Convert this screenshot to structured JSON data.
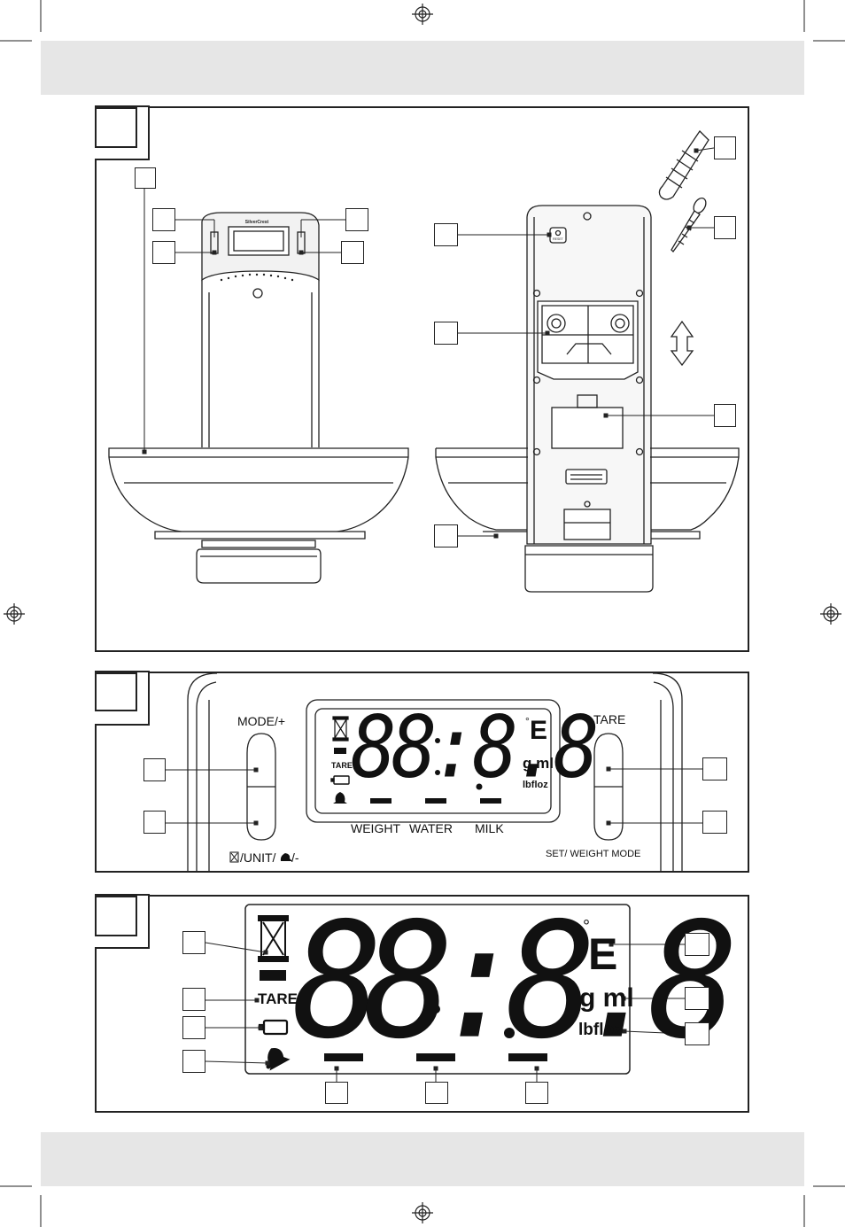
{
  "panel2": {
    "mode_label": "MODE/+",
    "unit_label": "/UNIT/",
    "unit_suffix": "/-",
    "tare_label": "TARE",
    "set_label": "SET/ WEIGHT MODE",
    "weight": "WEIGHT",
    "water": "WATER",
    "milk": "MILK",
    "lcd_digits": "88:8.8",
    "unit_e": "E",
    "unit_gml": "g ml",
    "unit_lbfloz": "lbfloz",
    "tare_small": "TARE"
  },
  "panel3": {
    "tare": "TARE",
    "unit_e": "E",
    "unit_gml": "g ml",
    "unit_lbfloz": "lbfloz"
  },
  "panel1": {
    "brand_plate": "SilverCrest",
    "reset": "RESET"
  },
  "icons": [
    "registration-mark-icon",
    "hourglass-icon",
    "battery-icon",
    "bell-icon",
    "screw-icon",
    "wall-plug-icon",
    "vertical-arrow-icon"
  ]
}
